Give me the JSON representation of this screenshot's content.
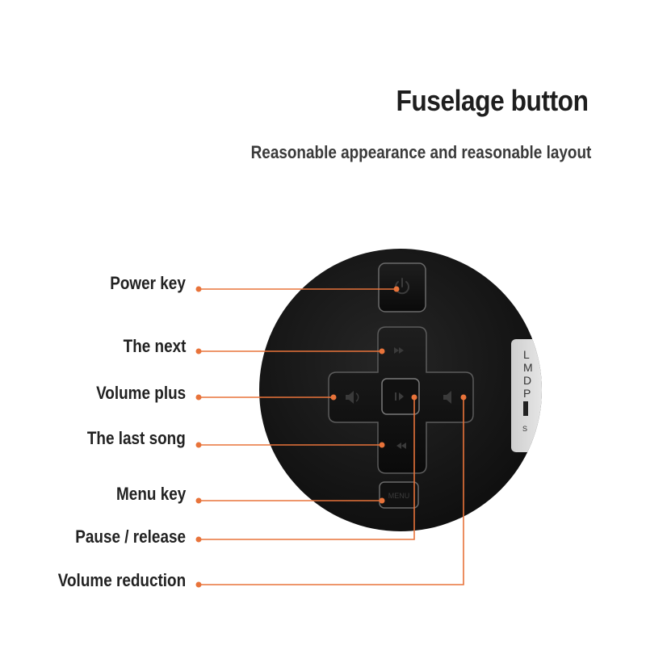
{
  "header": {
    "title": "Fuselage button",
    "subtitle": "Reasonable appearance and reasonable layout"
  },
  "callouts": [
    {
      "label": "Power key"
    },
    {
      "label": "The next"
    },
    {
      "label": "Volume plus"
    },
    {
      "label": "The last song"
    },
    {
      "label": "Menu key"
    },
    {
      "label": "Pause / release"
    },
    {
      "label": "Volume reduction"
    }
  ],
  "device": {
    "menu_button_text": "MENU",
    "side_label_letters": [
      "L",
      "M",
      "D",
      "P",
      "S"
    ]
  },
  "colors": {
    "callout_line": "#e8733a",
    "device_body": "#1a1a1a",
    "button_face": "#121212",
    "button_border": "#6a6a6a"
  },
  "icons": {
    "power": "power-icon",
    "next": "fast-forward-icon",
    "volume_plus": "volume-up-icon",
    "previous": "rewind-icon",
    "pause": "play-pause-icon",
    "volume_reduction": "volume-down-icon"
  }
}
